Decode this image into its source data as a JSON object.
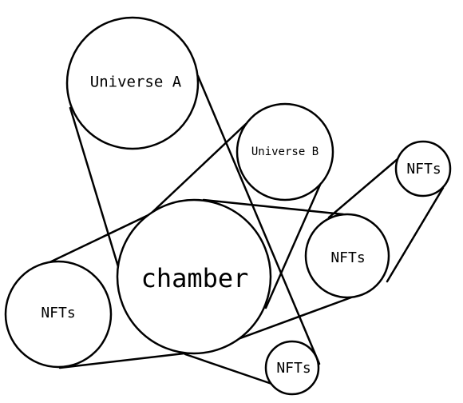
{
  "diagram": {
    "nodes": {
      "universe_a": "Universe A",
      "universe_b": "Universe B",
      "chamber": "chamber",
      "nfts_left": "NFTs",
      "nfts_mid_right": "NFTs",
      "nfts_top_right": "NFTs",
      "nfts_bottom": "NFTs"
    },
    "colors": {
      "stroke": "#000000",
      "fill": "#ffffff",
      "background": "#ffffff"
    }
  }
}
